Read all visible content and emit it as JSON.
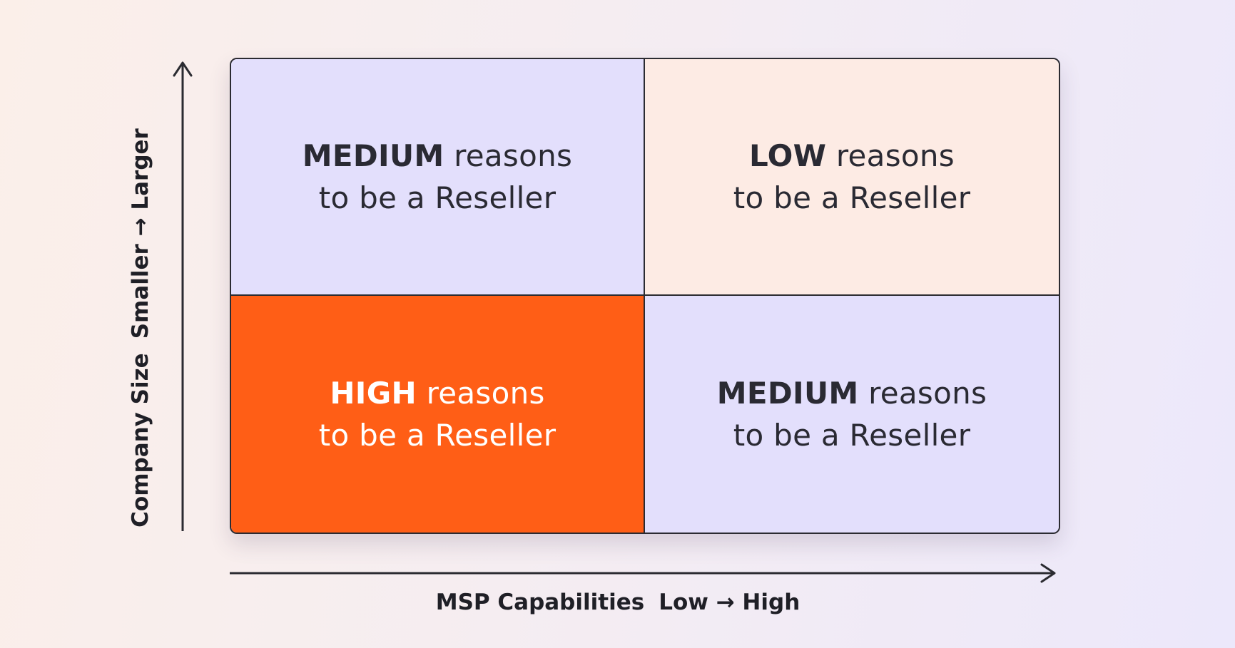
{
  "axes": {
    "y": {
      "name": "Company Size",
      "range": "Smaller → Larger"
    },
    "x": {
      "name": "MSP Capabilities",
      "range": "Low → High"
    }
  },
  "quadrants": {
    "top_left": {
      "level": "MEDIUM",
      "rest": " reasons",
      "line2": "to be a Reseller"
    },
    "top_right": {
      "level": "LOW",
      "rest": " reasons",
      "line2": "to be a Reseller"
    },
    "bottom_left": {
      "level": "HIGH",
      "rest": " reasons",
      "line2": "to be a Reseller"
    },
    "bottom_right": {
      "level": "MEDIUM",
      "rest": " reasons",
      "line2": "to be a Reseller"
    }
  },
  "colors": {
    "high": "#ff5e16",
    "medium": "#e3dffc",
    "low": "#fdebe4",
    "lines": "#2b2b31"
  }
}
